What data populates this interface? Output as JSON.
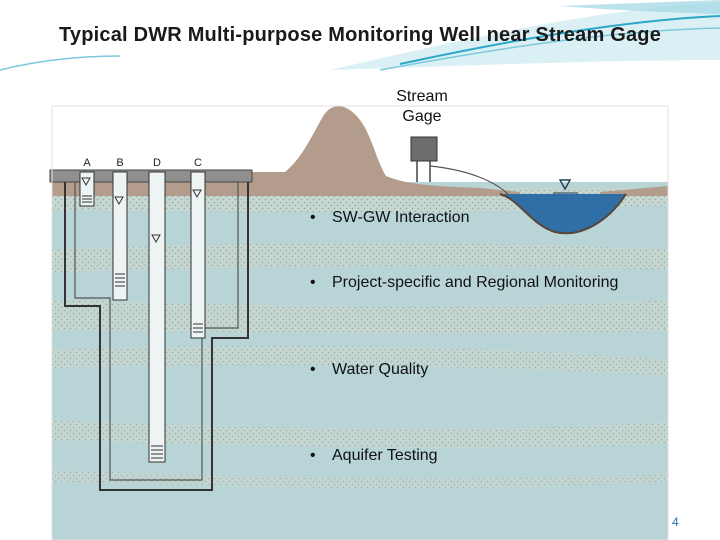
{
  "title": "Typical DWR Multi-purpose Monitoring Well near Stream Gage",
  "stream_gage_label": [
    "Stream",
    "Gage"
  ],
  "well_labels": [
    "A",
    "B",
    "D",
    "C"
  ],
  "bullets": [
    "SW-GW Interaction",
    "Project-specific and Regional Monitoring",
    "Water Quality",
    "Aquifer Testing"
  ],
  "page_number": "4",
  "colors": {
    "accent": "#2aa7c9",
    "soil": "#b39c8c",
    "aquifer": "#b9d4d6",
    "clay": "#cfd9d2",
    "water": "#2f6fa6"
  },
  "icons": [
    "water-level-triangle-icon",
    "well-screen-icon",
    "stream-gage-station-icon"
  ]
}
